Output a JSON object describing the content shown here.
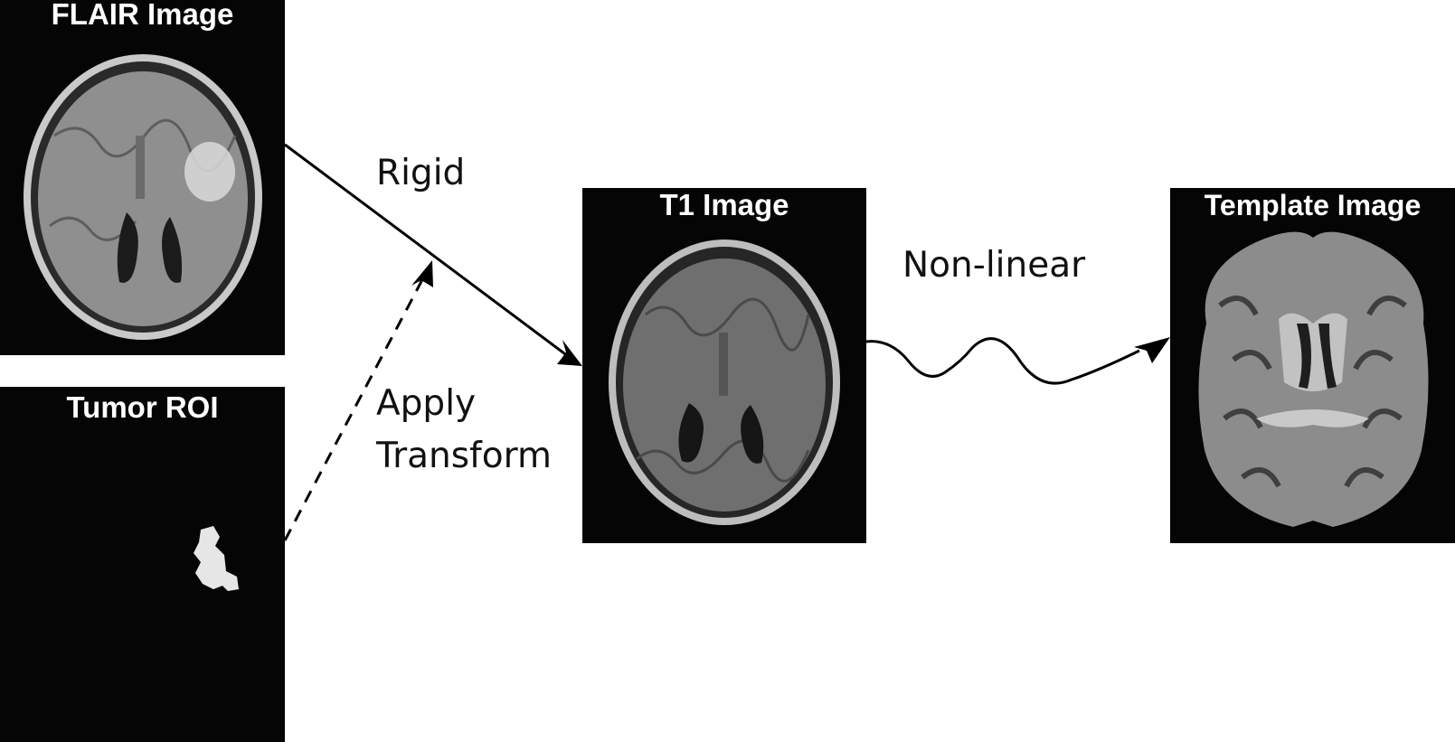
{
  "panels": {
    "flair": {
      "title": "FLAIR Image"
    },
    "roi": {
      "title": "Tumor ROI"
    },
    "t1": {
      "title": "T1 Image"
    },
    "template": {
      "title": "Template Image"
    }
  },
  "edges": {
    "rigid": {
      "label": "Rigid"
    },
    "apply_transform": {
      "label_line1": "Apply",
      "label_line2": "Transform"
    },
    "nonlinear": {
      "label": "Non-linear"
    }
  },
  "colors": {
    "panel_bg": "#050505",
    "arrow": "#000000",
    "label_text": "#111111"
  }
}
